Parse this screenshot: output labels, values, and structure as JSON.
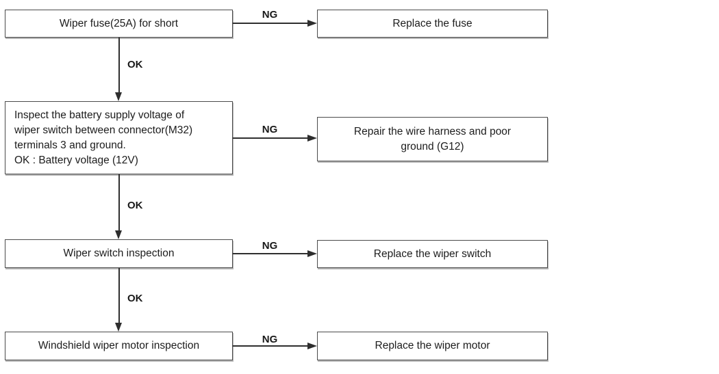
{
  "colors": {
    "background": "#ffffff",
    "box_border": "#4a4a4a",
    "box_shadow": "#b4b4b4",
    "text": "#1c1c1c",
    "arrow": "#2e2e2e"
  },
  "flowchart": {
    "rows": [
      {
        "step": "Wiper fuse(25A) for short",
        "ng": "NG",
        "action": "Replace the fuse",
        "ok": "OK"
      },
      {
        "step": "Inspect the battery supply voltage of\nwiper switch between connector(M32)\nterminals 3 and ground.\nOK : Battery voltage (12V)",
        "ng": "NG",
        "action": "Repair the wire harness and poor\nground (G12)",
        "ok": "OK"
      },
      {
        "step": "Wiper switch inspection",
        "ng": "NG",
        "action": "Replace the wiper switch",
        "ok": "OK"
      },
      {
        "step": "Windshield wiper motor inspection",
        "ng": "NG",
        "action": "Replace the wiper motor"
      }
    ]
  }
}
